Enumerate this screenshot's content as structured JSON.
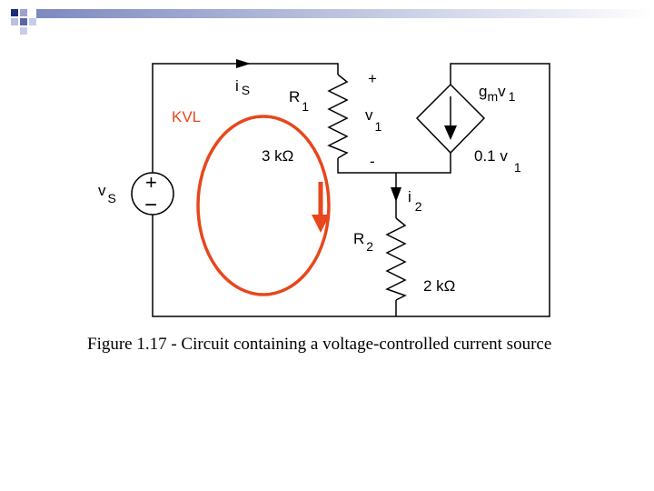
{
  "colors": {
    "loop": "#e8461c",
    "slide_blue_dark": "#1f2a7a",
    "slide_blue_light": "#8c98c8"
  },
  "circuit": {
    "is_label": "i",
    "is_sub": "S",
    "r1_label": "R",
    "r1_sub": "1",
    "r1_value": "3 kΩ",
    "plus_sign": "+",
    "minus_sign": "-",
    "v1_label": "v",
    "v1_sub": "1",
    "gm_g": "g",
    "gm_m": "m",
    "gm_v": "v",
    "gm_sub": "1",
    "source_value": "0.1 v",
    "source_value_sub": "1",
    "vs_label": "v",
    "vs_sub": "S",
    "vs_plus": "+",
    "vs_minus": "−",
    "i2_label": "i",
    "i2_sub": "2",
    "r2_label": "R",
    "r2_sub": "2",
    "r2_value": "2 kΩ",
    "kvl_label": "KVL"
  },
  "caption": "Figure 1.17 - Circuit containing a voltage-controlled current source"
}
